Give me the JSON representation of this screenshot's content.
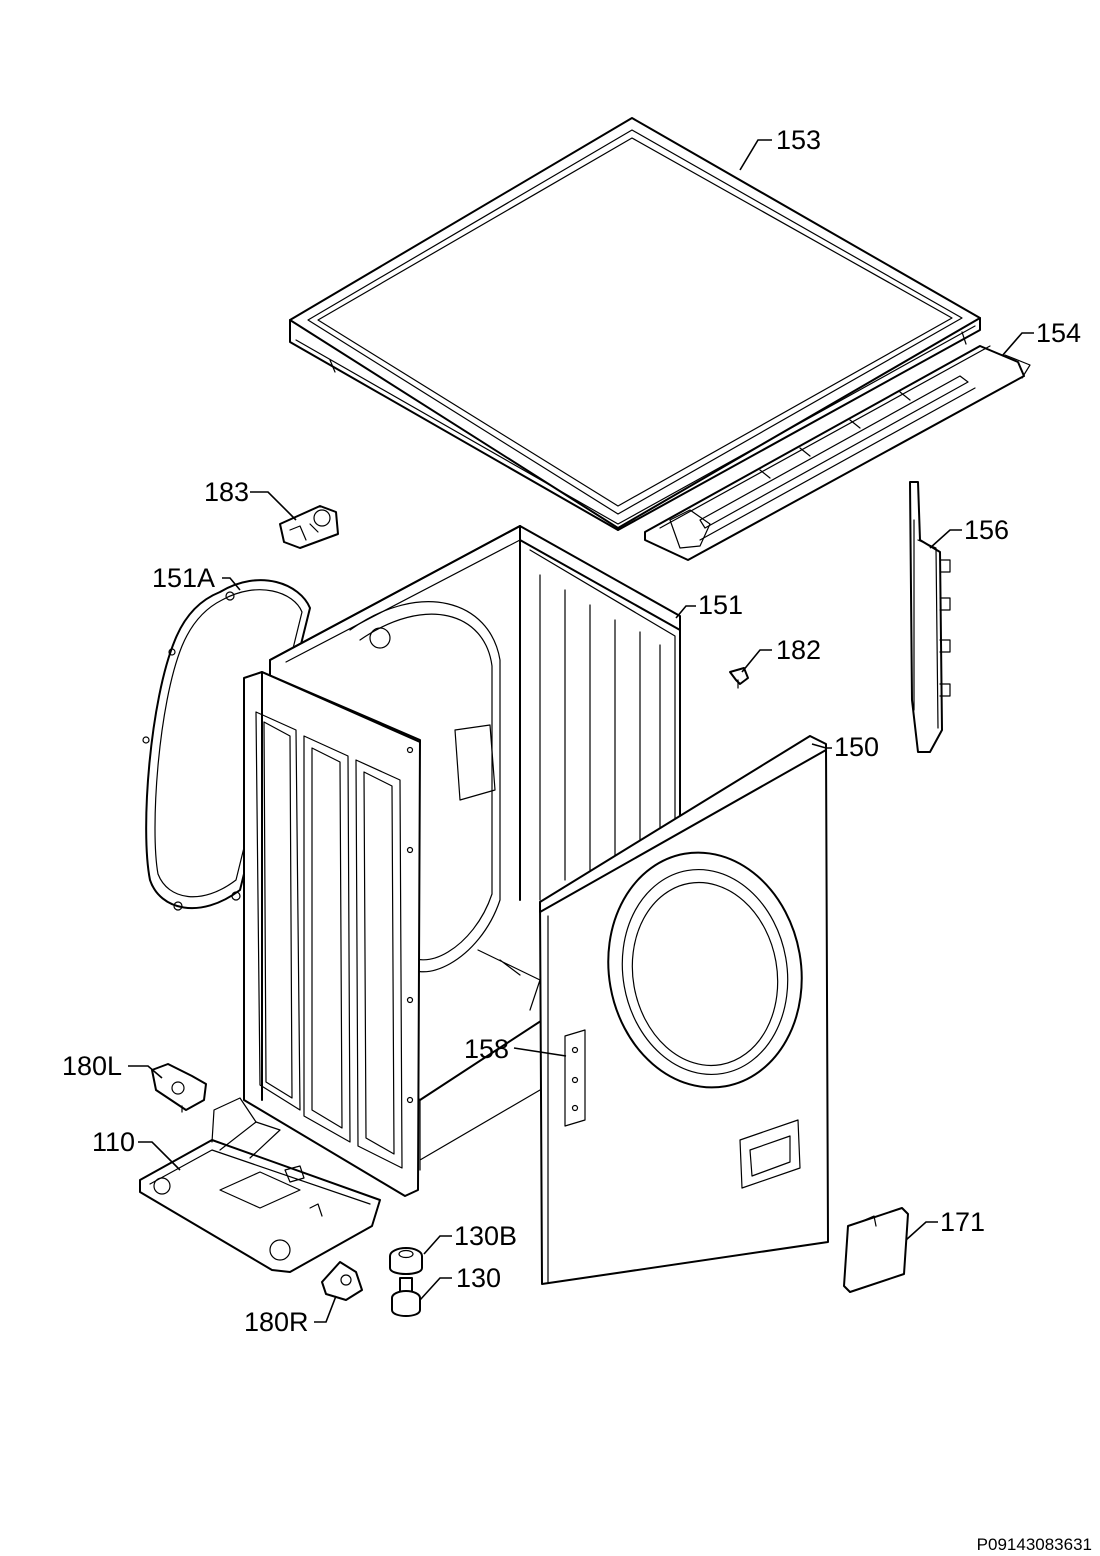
{
  "labels": {
    "p153": "153",
    "p154": "154",
    "p183": "183",
    "p156": "156",
    "p151A": "151A",
    "p151": "151",
    "p182": "182",
    "p150": "150",
    "p158": "158",
    "p180L": "180L",
    "p110": "110",
    "p130B": "130B",
    "p130": "130",
    "p171": "171",
    "p180R": "180R"
  },
  "document_id": "P09143083631"
}
